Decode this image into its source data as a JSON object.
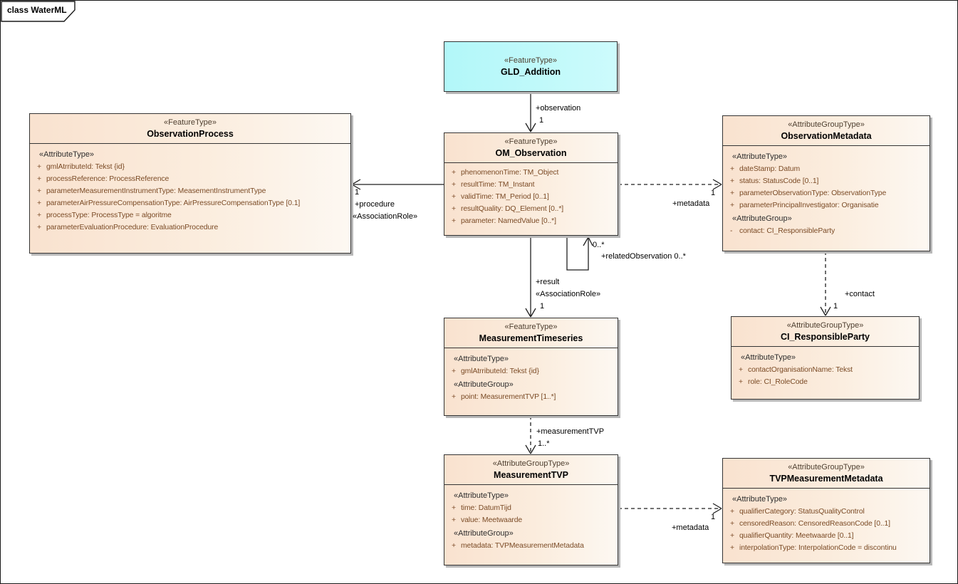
{
  "frame": {
    "title": "class WaterML"
  },
  "colors": {
    "class_fill_left": "#f9e2cf",
    "class_fill_right": "#fdf8f2",
    "featuretype_fill_left": "#b2f7f9",
    "featuretype_fill_right": "#cdfbfc",
    "attribute_text": "#7b4b26",
    "border": "#343434",
    "connector": "#1f1f1f"
  },
  "classes": {
    "gld": {
      "stereotype": "«FeatureType»",
      "name": "GLD_Addition"
    },
    "om": {
      "stereotype": "«FeatureType»",
      "name": "OM_Observation",
      "sections": [
        {
          "rows": [
            {
              "v": "+",
              "t": "phenomenonTime: TM_Object"
            },
            {
              "v": "+",
              "t": "resultTime: TM_Instant"
            },
            {
              "v": "+",
              "t": "validTime: TM_Period [0..1]"
            },
            {
              "v": "+",
              "t": "resultQuality: DQ_Element [0..*]"
            },
            {
              "v": "+",
              "t": "parameter: NamedValue [0..*]"
            }
          ]
        }
      ]
    },
    "op": {
      "stereotype": "«FeatureType»",
      "name": "ObservationProcess",
      "sections": [
        {
          "header": "«AttributeType»",
          "rows": [
            {
              "v": "+",
              "t": "gmlAtrributeId: Tekst {id}"
            },
            {
              "v": "+",
              "t": "processReference: ProcessReference"
            },
            {
              "v": "+",
              "t": "parameterMeasurementInstrumentType: MeasementInstrumentType"
            },
            {
              "v": "+",
              "t": "parameterAirPressureCompensationType: AirPressureCompensationType [0.1]"
            },
            {
              "v": "+",
              "t": "processType: ProcessType = algoritme"
            },
            {
              "v": "+",
              "t": "parameterEvaluationProcedure: EvaluationProcedure"
            }
          ]
        }
      ]
    },
    "obsmeta": {
      "stereotype": "«AttributeGroupType»",
      "name": "ObservationMetadata",
      "sections": [
        {
          "header": "«AttributeType»",
          "rows": [
            {
              "v": "+",
              "t": "dateStamp: Datum"
            },
            {
              "v": "+",
              "t": "status: StatusCode [0..1]"
            },
            {
              "v": "+",
              "t": "parameterObservationType: ObservationType"
            },
            {
              "v": "+",
              "t": "parameterPrincipalInvestigator: Organisatie"
            }
          ]
        },
        {
          "header": "«AttributeGroup»",
          "rows": [
            {
              "v": "-",
              "t": "contact: CI_ResponsibleParty"
            }
          ]
        }
      ]
    },
    "mts": {
      "stereotype": "«FeatureType»",
      "name": "MeasurementTimeseries",
      "sections": [
        {
          "header": "«AttributeType»",
          "rows": [
            {
              "v": "+",
              "t": "gmlAtrributeId: Tekst {id}"
            }
          ]
        },
        {
          "header": "«AttributeGroup»",
          "rows": [
            {
              "v": "+",
              "t": "point: MeasurementTVP [1..*]"
            }
          ]
        }
      ]
    },
    "ci": {
      "stereotype": "«AttributeGroupType»",
      "name": "CI_ResponsibleParty",
      "sections": [
        {
          "header": "«AttributeType»",
          "rows": [
            {
              "v": "+",
              "t": "contactOrganisationName: Tekst"
            },
            {
              "v": "+",
              "t": "role: CI_RoleCode"
            }
          ]
        }
      ]
    },
    "mtvp": {
      "stereotype": "«AttributeGroupType»",
      "name": "MeasurementTVP",
      "sections": [
        {
          "header": "«AttributeType»",
          "rows": [
            {
              "v": "+",
              "t": "time: DatumTijd"
            },
            {
              "v": "+",
              "t": "value: Meetwaarde"
            }
          ]
        },
        {
          "header": "«AttributeGroup»",
          "rows": [
            {
              "v": "+",
              "t": "metadata: TVPMeasurementMetadata"
            }
          ]
        }
      ]
    },
    "tvpmm": {
      "stereotype": "«AttributeGroupType»",
      "name": "TVPMeasurementMetadata",
      "sections": [
        {
          "header": "«AttributeType»",
          "rows": [
            {
              "v": "+",
              "t": "qualifierCategory: StatusQualityControl"
            },
            {
              "v": "+",
              "t": "censoredReason: CensoredReasonCode [0..1]"
            },
            {
              "v": "+",
              "t": "qualifierQuantity: Meetwaarde [0..1]"
            },
            {
              "v": "+",
              "t": "interpolationType: InterpolationCode = discontinu"
            }
          ]
        }
      ]
    }
  },
  "connectors": {
    "observation": {
      "label": "+observation",
      "mult": "1"
    },
    "procedure": {
      "mult": "1",
      "label": "+procedure",
      "stereotype": "«AssociationRole»"
    },
    "metadata_observation": {
      "mult": "1",
      "label": "+metadata"
    },
    "related_observation": {
      "mult": "0..*",
      "label": "+relatedObservation 0..*"
    },
    "result": {
      "label": "+result",
      "stereotype": "«AssociationRole»",
      "mult": "1"
    },
    "measurement_tvp": {
      "label": "+measurementTVP",
      "mult": "1..*"
    },
    "contact": {
      "label": "+contact",
      "mult": "1"
    },
    "metadata_tvp": {
      "mult": "1",
      "label": "+metadata"
    }
  }
}
